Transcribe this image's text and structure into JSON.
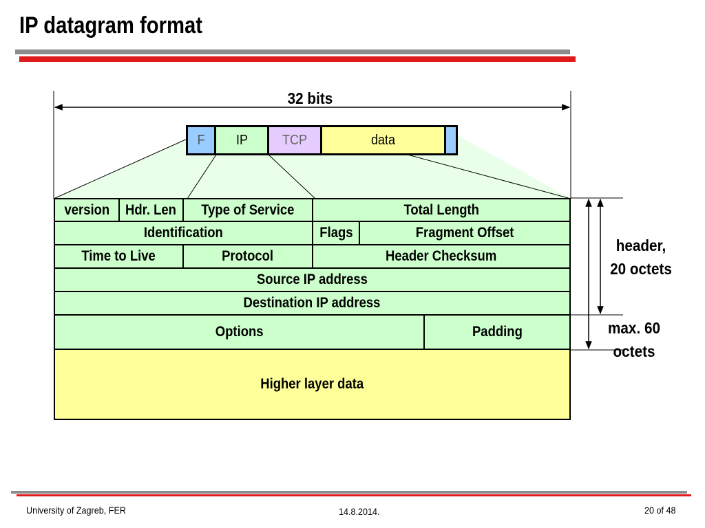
{
  "slide": {
    "title": "IP datagram format",
    "footer_left": "University of Zagreb, FER",
    "footer_center": "14.8.2014.",
    "footer_right": "20 of 48"
  },
  "diagram": {
    "width_label": "32 bits",
    "packet": {
      "f": "F",
      "ip": "IP",
      "tcp": "TCP",
      "data": "data"
    },
    "rows": {
      "version": "version",
      "hdr_len": "Hdr. Len",
      "tos": "Type of Service",
      "total_length": "Total Length",
      "identification": "Identification",
      "flags": "Flags",
      "fragment_offset": "Fragment Offset",
      "ttl": "Time to Live",
      "protocol": "Protocol",
      "checksum": "Header Checksum",
      "source": "Source IP address",
      "destination": "Destination IP address",
      "options": "Options",
      "padding": "Padding",
      "higher": "Higher layer data"
    },
    "annotations": {
      "header_line1": "header,",
      "header_line2": "20 octets",
      "max_line1": "max. 60",
      "max_line2": "octets"
    },
    "colors": {
      "header_fill": "#ccffcc",
      "data_fill": "#ffff99",
      "frame_fill": "#99ccff",
      "tcp_fill": "#e6ccff",
      "accent_red": "#e01b1b"
    }
  }
}
